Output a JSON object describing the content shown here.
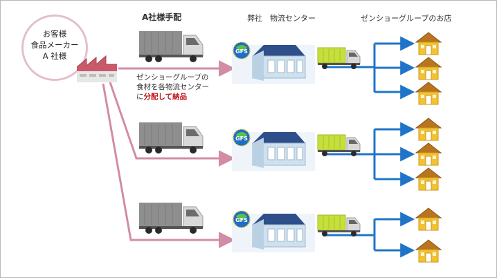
{
  "client": {
    "lines": [
      "お客様",
      "食品メーカー",
      "A 社様"
    ]
  },
  "headers": {
    "a_company": "A社様手配",
    "center": "弊社　物流センター",
    "shops": "ゼンショーグループのお店"
  },
  "note": {
    "line1": "ゼンショーグループの",
    "line2": "食材を各物流センター",
    "line3_prefix": "に",
    "line3_highlight": "分配して納品"
  },
  "logo": {
    "text": "GFS"
  },
  "colors": {
    "pink_line": "#d28ca5",
    "blue_arrow": "#1f74c8",
    "circle_border": "#e3bfcd",
    "factory": "#c95a6a",
    "truck_gray": "#8a8a8a",
    "truck_green": "#c6df3a",
    "shop_roof": "#b8741e",
    "shop_wall": "#f2c233",
    "note_red": "#c0141c"
  }
}
